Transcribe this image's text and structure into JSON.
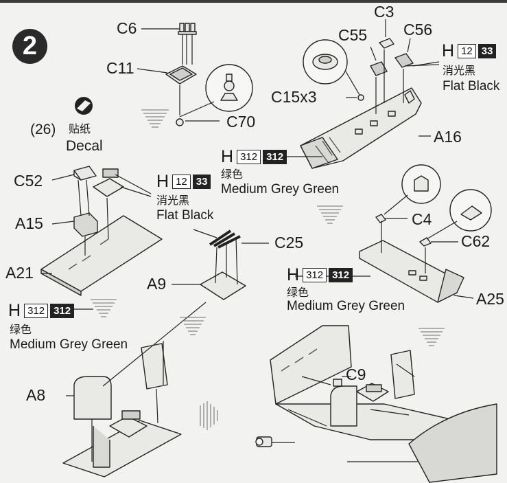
{
  "step": {
    "number": "2"
  },
  "parts": {
    "c6": "C6",
    "c11": "C11",
    "c70": "C70",
    "c3": "C3",
    "c55": "C55",
    "c56": "C56",
    "c15x3": "C15x3",
    "a16": "A16",
    "c52": "C52",
    "a15": "A15",
    "a21": "A21",
    "c25": "C25",
    "a9": "A9",
    "c4": "C4",
    "c62": "C62",
    "a25": "A25",
    "a8": "A8",
    "c9": "C9"
  },
  "decal": {
    "number": "(26)",
    "cn": "贴纸",
    "en": "Decal"
  },
  "paints": {
    "flat_black_top": {
      "h": "H",
      "code_light": "12",
      "code_dark": "33",
      "cn": "消光黑",
      "en": "Flat Black"
    },
    "flat_black_mid": {
      "h": "H",
      "code_light": "12",
      "code_dark": "33",
      "cn": "消光黑",
      "en": "Flat Black"
    },
    "grey_green_a16": {
      "h": "H",
      "code_light": "312",
      "code_dark": "312",
      "cn": "绿色",
      "en": "Medium Grey Green"
    },
    "grey_green_a25": {
      "h": "H",
      "code_light": "312",
      "code_dark": "312",
      "cn": "绿色",
      "en": "Medium Grey Green"
    },
    "grey_green_a21": {
      "h": "H",
      "code_light": "312",
      "code_dark": "312",
      "cn": "绿色",
      "en": "Medium Grey Green"
    }
  },
  "colors": {
    "ink": "#1a1a1a",
    "paper": "#f2f2f0",
    "badge": "#2a2a2a",
    "part_fill": "#e9e9e6"
  }
}
